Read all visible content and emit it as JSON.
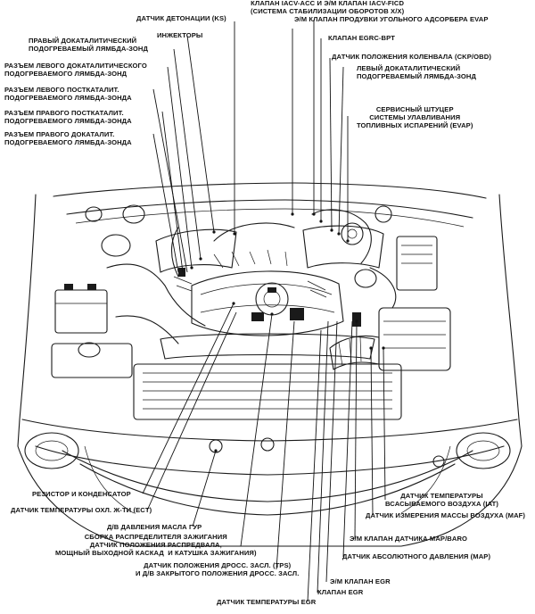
{
  "labels": {
    "iacv": "КЛАПАН IACV-ACC И Э/М КЛАПАН IACV-FICD\n(СИСТЕМА СТАБИЛИЗАЦИИ ОБОРОТОВ Х/Х)",
    "evap_purge": "Э/М КЛАПАН ПРОДУВКИ УГОЛЬНОГО АДСОРБЕРА EVAP",
    "knock": "ДАТЧИК ДЕТОНАЦИИ (KS)",
    "egrc_bpt": "КЛАПАН EGRC-BPT",
    "injectors": "ИНЖЕКТОРЫ",
    "right_pre_o2": "ПРАВЫЙ ДОКАТАЛИТИЧЕСКИЙ\nПОДОГРЕВАЕМЫЙ ЛЯМБДА-ЗОНД",
    "ckp": "ДАТЧИК ПОЛОЖЕНИЯ КОЛЕНВАЛА (CKP/OBD)",
    "left_pre_conn": "РАЗЪЕМ ЛЕВОГО ДОКАТАЛИТИЧЕСКОГО\nПОДОГРЕВАЕМОГО ЛЯМБДА-ЗОНД",
    "left_pre_o2": "ЛЕВЫЙ ДОКАТАЛИТИЧЕСКИЙ\nПОДОГРЕВАЕМЫЙ ЛЯМБДА-ЗОНД",
    "left_post_conn": "РАЗЪЕМ ЛЕВОГО ПОСТКАТАЛИТ.\nПОДОГРЕВАЕМОГО ЛЯМБДА-ЗОНДА",
    "right_post_conn": "РАЗЪЕМ ПРАВОГО ПОСТКАТАЛИТ.\nПОДОГРЕВАЕМОГО ЛЯМБДА-ЗОНДА",
    "evap_port": "СЕРВИСНЫЙ ШТУЦЕР\nСИСТЕМЫ УЛАВЛИВАНИЯ\nТОПЛИВНЫХ ИСПАРЕНИЙ (EVAP)",
    "right_pre_conn": "РАЗЪЕМ ПРАВОГО ДОКАТАЛИТ.\nПОДОГРЕВАЕМОГО ЛЯМБДА-ЗОНДА",
    "iat": "ДАТЧИК ТЕМПЕРАТУРЫ\nВСАСЫВАЕМОГО ВОЗДУХА (IAT)",
    "resistor": "РЕЗИСТОР И КОНДЕНСАТОР",
    "maf": "ДАТЧИК ИЗМЕРЕНИЯ МАССЫ ВОЗДУХА (MAF)",
    "ect": "ДАТЧИК ТЕМПЕРАТУРЫ ОХЛ. Ж-ТИ (ECT)",
    "ps_pressure": "Д/В ДАВЛЕНИЯ МАСЛА ГУР",
    "map_baro": "Э/М КЛАПАН ДАТЧИКА MAP/BARO",
    "distributor": "СБОРКА РАСПРЕДЕЛИТЕЛЯ ЗАЖИГАНИЯ\nДАТЧИК ПОЛОЖЕНИЯ РАСПРЕДВАЛА,\nМОЩНЫЙ ВЫХОДНОЙ КАСКАД  И КАТУШКА ЗАЖИГАНИЯ)",
    "map": "ДАТЧИК АБСОЛЮТНОГО ДАВЛЕНИЯ (MAP)",
    "tps": "ДАТЧИК ПОЛОЖЕНИЯ ДРОСС. ЗАСЛ. (TPS)\nИ Д/В ЗАКРЫТОГО ПОЛОЖЕНИЯ ДРОСС. ЗАСЛ.",
    "egr_solenoid": "Э/М КЛАПАН EGR",
    "egr_valve": "КЛАПАН EGR",
    "egr_temp": "ДАТЧИК ТЕМПЕРАТУРЫ EGR"
  }
}
